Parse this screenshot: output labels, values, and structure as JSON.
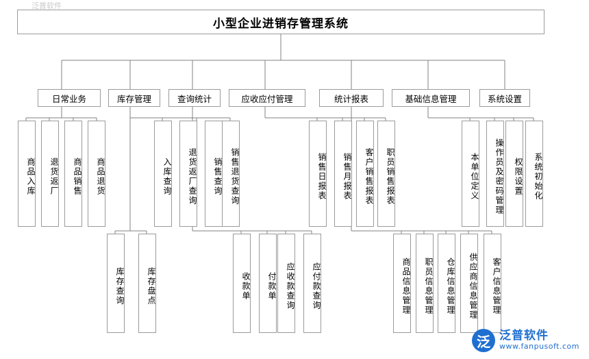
{
  "diagram": {
    "title": "小型企业进销存管理系统",
    "top_left_faint": "泛普软件",
    "level1": [
      {
        "id": "daily",
        "label": "日常业务"
      },
      {
        "id": "stock",
        "label": "库存管理"
      },
      {
        "id": "query",
        "label": "查询统计"
      },
      {
        "id": "ar_ap",
        "label": "应收应付管理"
      },
      {
        "id": "report",
        "label": "统计报表"
      },
      {
        "id": "baseinfo",
        "label": "基础信息管理"
      },
      {
        "id": "syssetting",
        "label": "系统设置"
      }
    ],
    "leaves": {
      "daily": [
        "商品入库",
        "退货返厂",
        "商品销售",
        "商品退货"
      ],
      "stock": [
        "入库查询",
        "退货返厂查询",
        "销售查询",
        "销售退货查询",
        "库存查询",
        "库存盘点"
      ],
      "query": [
        "收款单",
        "付款单",
        "应收款查询",
        "应付款查询"
      ],
      "ar_ap": [
        "销售日报表",
        "销售月报表",
        "客户销售报表",
        "职员销售报表"
      ],
      "report": [
        "商品信息管理",
        "职员信息管理",
        "仓库信息管理",
        "供应商信息管理",
        "客户信息管理"
      ],
      "baseinfo": [
        "本单位定义",
        "操作员及密码管理",
        "权限设置",
        "系统初始化"
      ]
    }
  },
  "watermark": {
    "mark": "泛",
    "name": "泛普软件",
    "url": "www.fanpusoft.com"
  }
}
